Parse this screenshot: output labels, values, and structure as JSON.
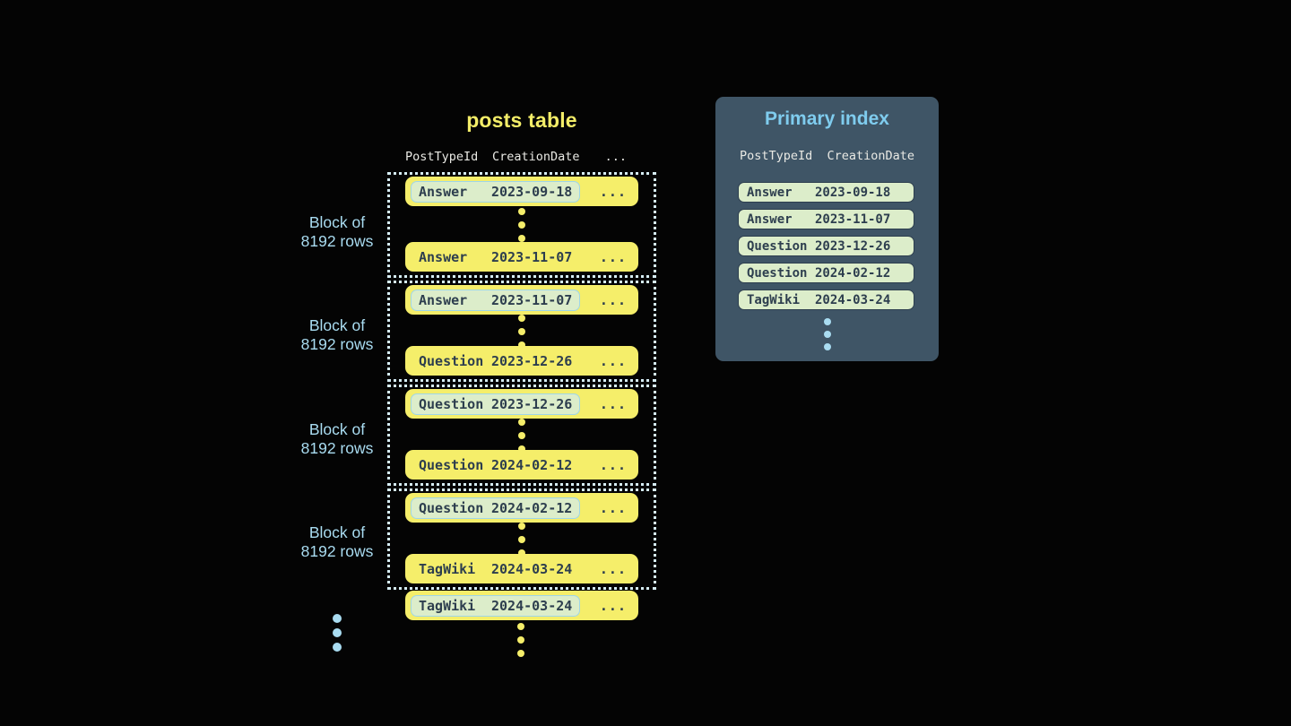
{
  "colors": {
    "background": "#040404",
    "row_yellow": "#f5ee6a",
    "row_text_dark": "#2d3e4e",
    "highlight_mint": "#dcedca",
    "highlight_border_blue": "#9fd6e8",
    "dotted_border": "#d6edf5",
    "label_light_blue": "#a9dcf1",
    "panel_background": "#3f5566",
    "panel_title_blue": "#7fccee",
    "header_text": "#e9e9e4"
  },
  "posts_table": {
    "title": "posts table",
    "header": {
      "col1": "PostTypeId",
      "col2": "CreationDate",
      "more": "..."
    },
    "ellipsis_cols": "...",
    "block_label": {
      "line1": "Block of",
      "line2": "8192 rows"
    },
    "blocks": [
      {
        "first": {
          "type": "Answer",
          "date": "2023-09-18"
        },
        "last": {
          "type": "Answer",
          "date": "2023-11-07"
        }
      },
      {
        "first": {
          "type": "Answer",
          "date": "2023-11-07"
        },
        "last": {
          "type": "Question",
          "date": "2023-12-26"
        }
      },
      {
        "first": {
          "type": "Question",
          "date": "2023-12-26"
        },
        "last": {
          "type": "Question",
          "date": "2024-02-12"
        }
      },
      {
        "first": {
          "type": "Question",
          "date": "2024-02-12"
        },
        "last": {
          "type": "TagWiki",
          "date": "2024-03-24"
        }
      }
    ],
    "overflow_row": {
      "type": "TagWiki",
      "date": "2024-03-24"
    }
  },
  "primary_index": {
    "title": "Primary index",
    "header": {
      "col1": "PostTypeId",
      "gap": "  ",
      "col2": "CreationDate"
    },
    "entries": [
      {
        "type": "Answer",
        "date": "2023-09-18"
      },
      {
        "type": "Answer",
        "date": "2023-11-07"
      },
      {
        "type": "Question",
        "date": "2023-12-26"
      },
      {
        "type": "Question",
        "date": "2024-02-12"
      },
      {
        "type": "TagWiki",
        "date": "2024-03-24"
      }
    ]
  }
}
